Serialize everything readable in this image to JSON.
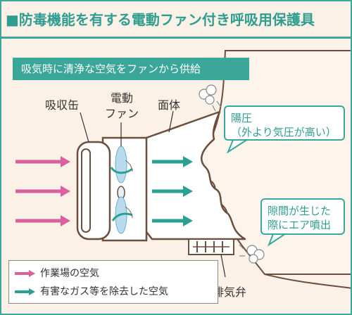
{
  "title": "■防毒機能を有する電動ファン付き呼吸用保護具",
  "subheading": "吸気時に清浄な空気をファンから供給",
  "labels": {
    "canister": "吸収缶",
    "fan_line1": "電動",
    "fan_line2": "ファン",
    "facepiece": "面体",
    "exhaust_valve": "排気弁"
  },
  "callouts": {
    "positive_pressure_line1": "陽圧",
    "positive_pressure_line2": "（外より気圧が高い）",
    "gap_leak_line1": "隙間が生じた",
    "gap_leak_line2": "際にエア噴出"
  },
  "legend": [
    {
      "label": "作業場の空気",
      "color": "#d9609a"
    },
    {
      "label": "有害なガス等を除去した空気",
      "color": "#2aa08e"
    }
  ],
  "colors": {
    "accent": "#3aa79a",
    "background": "#fbf1e6",
    "workplace_air": "#d9609a",
    "clean_air": "#2aa08e"
  }
}
